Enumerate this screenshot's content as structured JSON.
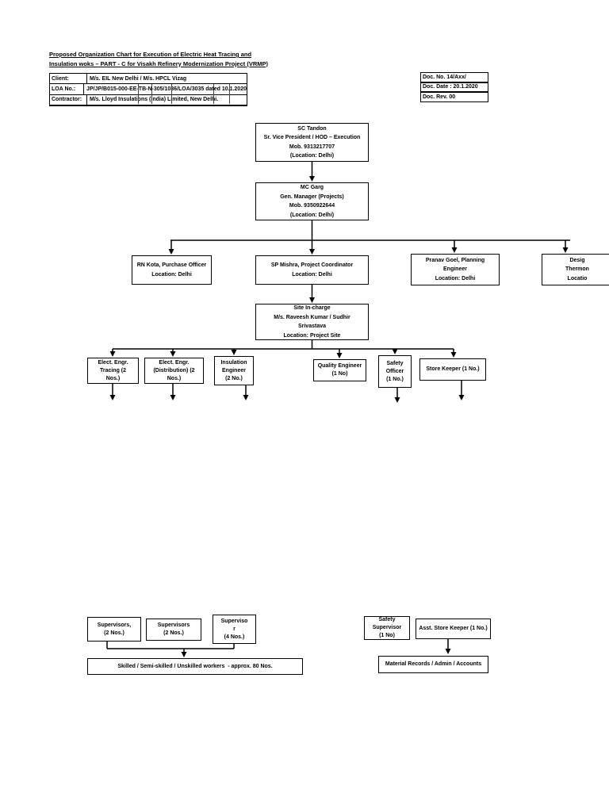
{
  "header": {
    "title_line1": "Proposed Organization Chart for Execution of Electric Heat Tracing and",
    "title_line2": "Insulation woks – PART - C for Visakh Refinery Modernization Project (VRMP)",
    "info_rows": [
      {
        "label": "Client:",
        "value": "M/s. EIL New Delhi / M/s. HPCL Vizag"
      },
      {
        "label": "LOA No.:",
        "value": "JP/JP/B015-000-EE-TB-N-305/1036/LOA/3035 dated 10.1.2020"
      },
      {
        "label": "Contractor:",
        "value": "M/s. Lloyd Insulations (India) Limited, New Delhi."
      }
    ],
    "doc": {
      "no": "Doc. No. 14/Axx/",
      "date": "Doc. Date : 20.1.2020",
      "rev": "Doc. Rev. 00"
    }
  },
  "chart": {
    "sc_tandon": "SC Tandon\nSr. Vice President / HOD – Execution\nMob. 9313217707\n(Location: Delhi)",
    "mc_garg": "MC Garg\nGen. Manager (Projects)\nMob. 9350922644\n(Location: Delhi)",
    "rn_kota": "RN Kota, Purchase Officer\nLocation: Delhi",
    "sp_mishra": "SP Mishra, Project Coordinator\nLocation: Delhi",
    "pranav_goel": "Pranav Goel, Planning\nEngineer\nLocation: Delhi",
    "design_thermon": "Desig\nThermon\nLocatio",
    "site_incharge": "Site In-charge\nM/s. Raveesh Kumar / Sudhir\nSrivastava\nLocation: Project Site",
    "elect_engr_tracing": "Elect. Engr.\nTracing (2\nNos.)",
    "elect_engr_distribution": "Elect. Engr.\n(Distribution) (2\nNos.)",
    "insulation_engineer": "Insulation\nEngineer\n(2 No.)",
    "quality_engineer": "Quality Engineer\n(1 No)",
    "safety_officer": "Safety\nOfficer\n(1 No.)",
    "store_keeper": "Store Keeper (1 No.)",
    "supervisors_1": "Supervisors,\n(2 Nos.)",
    "supervisors_2": "Supervisors\n(2 Nos.)",
    "supervisors_3": "Superviso\nr\n(4 Nos.)",
    "workers": "Skilled / Semi-skilled / Unskilled workers  - approx. 80 Nos.",
    "safety_supervisor": "Safety\nSupervisor\n(1 No)",
    "asst_store_keeper": "Asst. Store Keeper (1 No.)",
    "material_records": "Material Records / Admin / Accounts"
  }
}
